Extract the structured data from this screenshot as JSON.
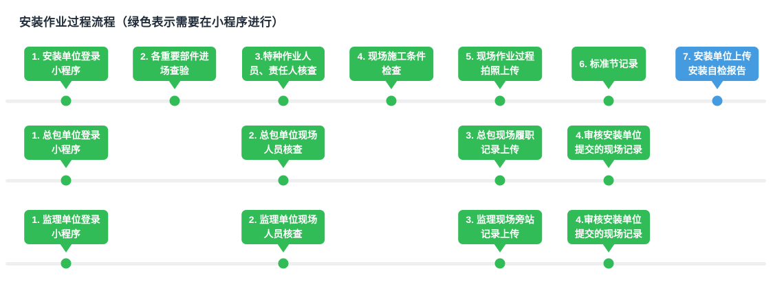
{
  "title": "安装作业过程流程（绿色表示需要在小程序进行）",
  "colors": {
    "green": "#32BC57",
    "blue": "#459BDF",
    "line": "#EFEFEF",
    "title_text": "#1F2B38",
    "step_text": "#FFFFFF"
  },
  "rows": [
    {
      "name": "install-unit-flow",
      "steps": [
        {
          "col": 0,
          "color": "green",
          "lines": [
            "1. 安装单位登录",
            "小程序"
          ]
        },
        {
          "col": 1,
          "color": "green",
          "lines": [
            "2. 各重要部件进",
            "场查验"
          ]
        },
        {
          "col": 2,
          "color": "green",
          "lines": [
            "3.特种作业人",
            "员、责任人核查"
          ]
        },
        {
          "col": 3,
          "color": "green",
          "lines": [
            "4. 现场施工条件",
            "检查"
          ]
        },
        {
          "col": 4,
          "color": "green",
          "lines": [
            "5. 现场作业过程",
            "拍照上传"
          ]
        },
        {
          "col": 5,
          "color": "green",
          "lines": [
            "6. 标准节记录"
          ]
        },
        {
          "col": 6,
          "color": "blue",
          "lines": [
            "7. 安装单位上传",
            "安装自检报告"
          ]
        }
      ]
    },
    {
      "name": "general-contractor-flow",
      "steps": [
        {
          "col": 0,
          "color": "green",
          "lines": [
            "1. 总包单位登录",
            "小程序"
          ]
        },
        {
          "col": 2,
          "color": "green",
          "lines": [
            "2. 总包单位现场",
            "人员核查"
          ]
        },
        {
          "col": 4,
          "color": "green",
          "lines": [
            "3. 总包现场履职",
            "记录上传"
          ]
        },
        {
          "col": 5,
          "color": "green",
          "lines": [
            "4.审核安装单位",
            "提交的现场记录"
          ]
        }
      ]
    },
    {
      "name": "supervision-flow",
      "steps": [
        {
          "col": 0,
          "color": "green",
          "lines": [
            "1. 监理单位登录",
            "小程序"
          ]
        },
        {
          "col": 2,
          "color": "green",
          "lines": [
            "2. 监理单位现场",
            "人员核查"
          ]
        },
        {
          "col": 4,
          "color": "green",
          "lines": [
            "3. 监理现场旁站",
            "记录上传"
          ]
        },
        {
          "col": 5,
          "color": "green",
          "lines": [
            "4.审核安装单位",
            "提交的现场记录"
          ]
        }
      ]
    }
  ]
}
